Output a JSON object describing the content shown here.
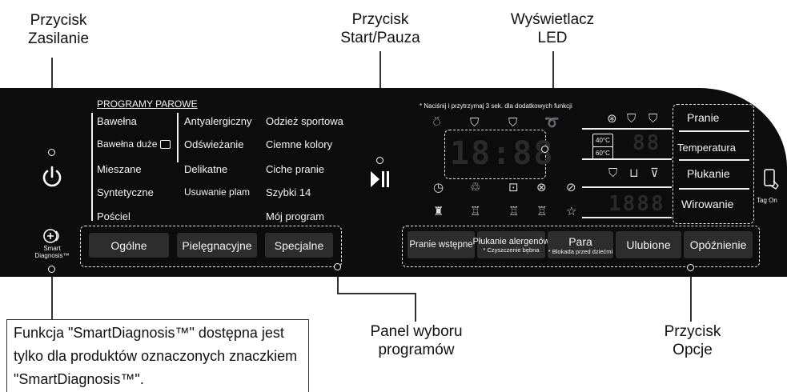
{
  "callouts": {
    "power": "Przycisk\nZasilanie",
    "start": "Przycisk\nStart/Pauza",
    "display": "Wyświetlacz\nLED",
    "programs": "Panel wyboru\nprogramów",
    "options": "Przycisk\nOpcje"
  },
  "note": "Funkcja \"SmartDiagnosis™\" dostępna jest tylko dla produktów oznaczonych znaczkiem \"SmartDiagnosis™\".",
  "panel": {
    "steam_programs": "PROGRAMY PAROWE",
    "hold_hint": "* Naciśnij i przytrzymaj 3 sek. dla dodatkowych funkcji",
    "smart_diag_label": "Smart\nDiagnosis™",
    "tag_on": "Tag On",
    "col1": [
      "Bawełna",
      "Bawełna duże",
      "Mieszane",
      "Syntetyczne",
      "Pościel"
    ],
    "col2": [
      "Antyalergiczny",
      "Odświeżanie",
      "Delikatne",
      "Usuwanie plam"
    ],
    "col3": [
      "Odzież sportowa",
      "Ciemne kolory",
      "Ciche pranie",
      "Szybki 14",
      "Mój program"
    ],
    "tab_buttons": [
      "Ogólne",
      "Pielęgnacyjne",
      "Specjalne"
    ],
    "option_buttons": [
      "Pranie wstępne",
      "Płukanie alergenów",
      "Para",
      "Ulubione",
      "Opóźnienie"
    ],
    "option_subs": [
      "* Czyszczenie bębna",
      "* Blokada przed dziećmi"
    ],
    "right_labels": [
      "Pranie",
      "Temperatura",
      "Płukanie",
      "Wirowanie"
    ],
    "temp_marks": [
      "40°C",
      "60°C"
    ],
    "time_display": "18:88",
    "small_display_1": "88",
    "small_display_2": "1888"
  },
  "colors": {
    "panel": "#0c0c0c",
    "button": "#2d2d2d",
    "text": "#f4f4f4"
  }
}
